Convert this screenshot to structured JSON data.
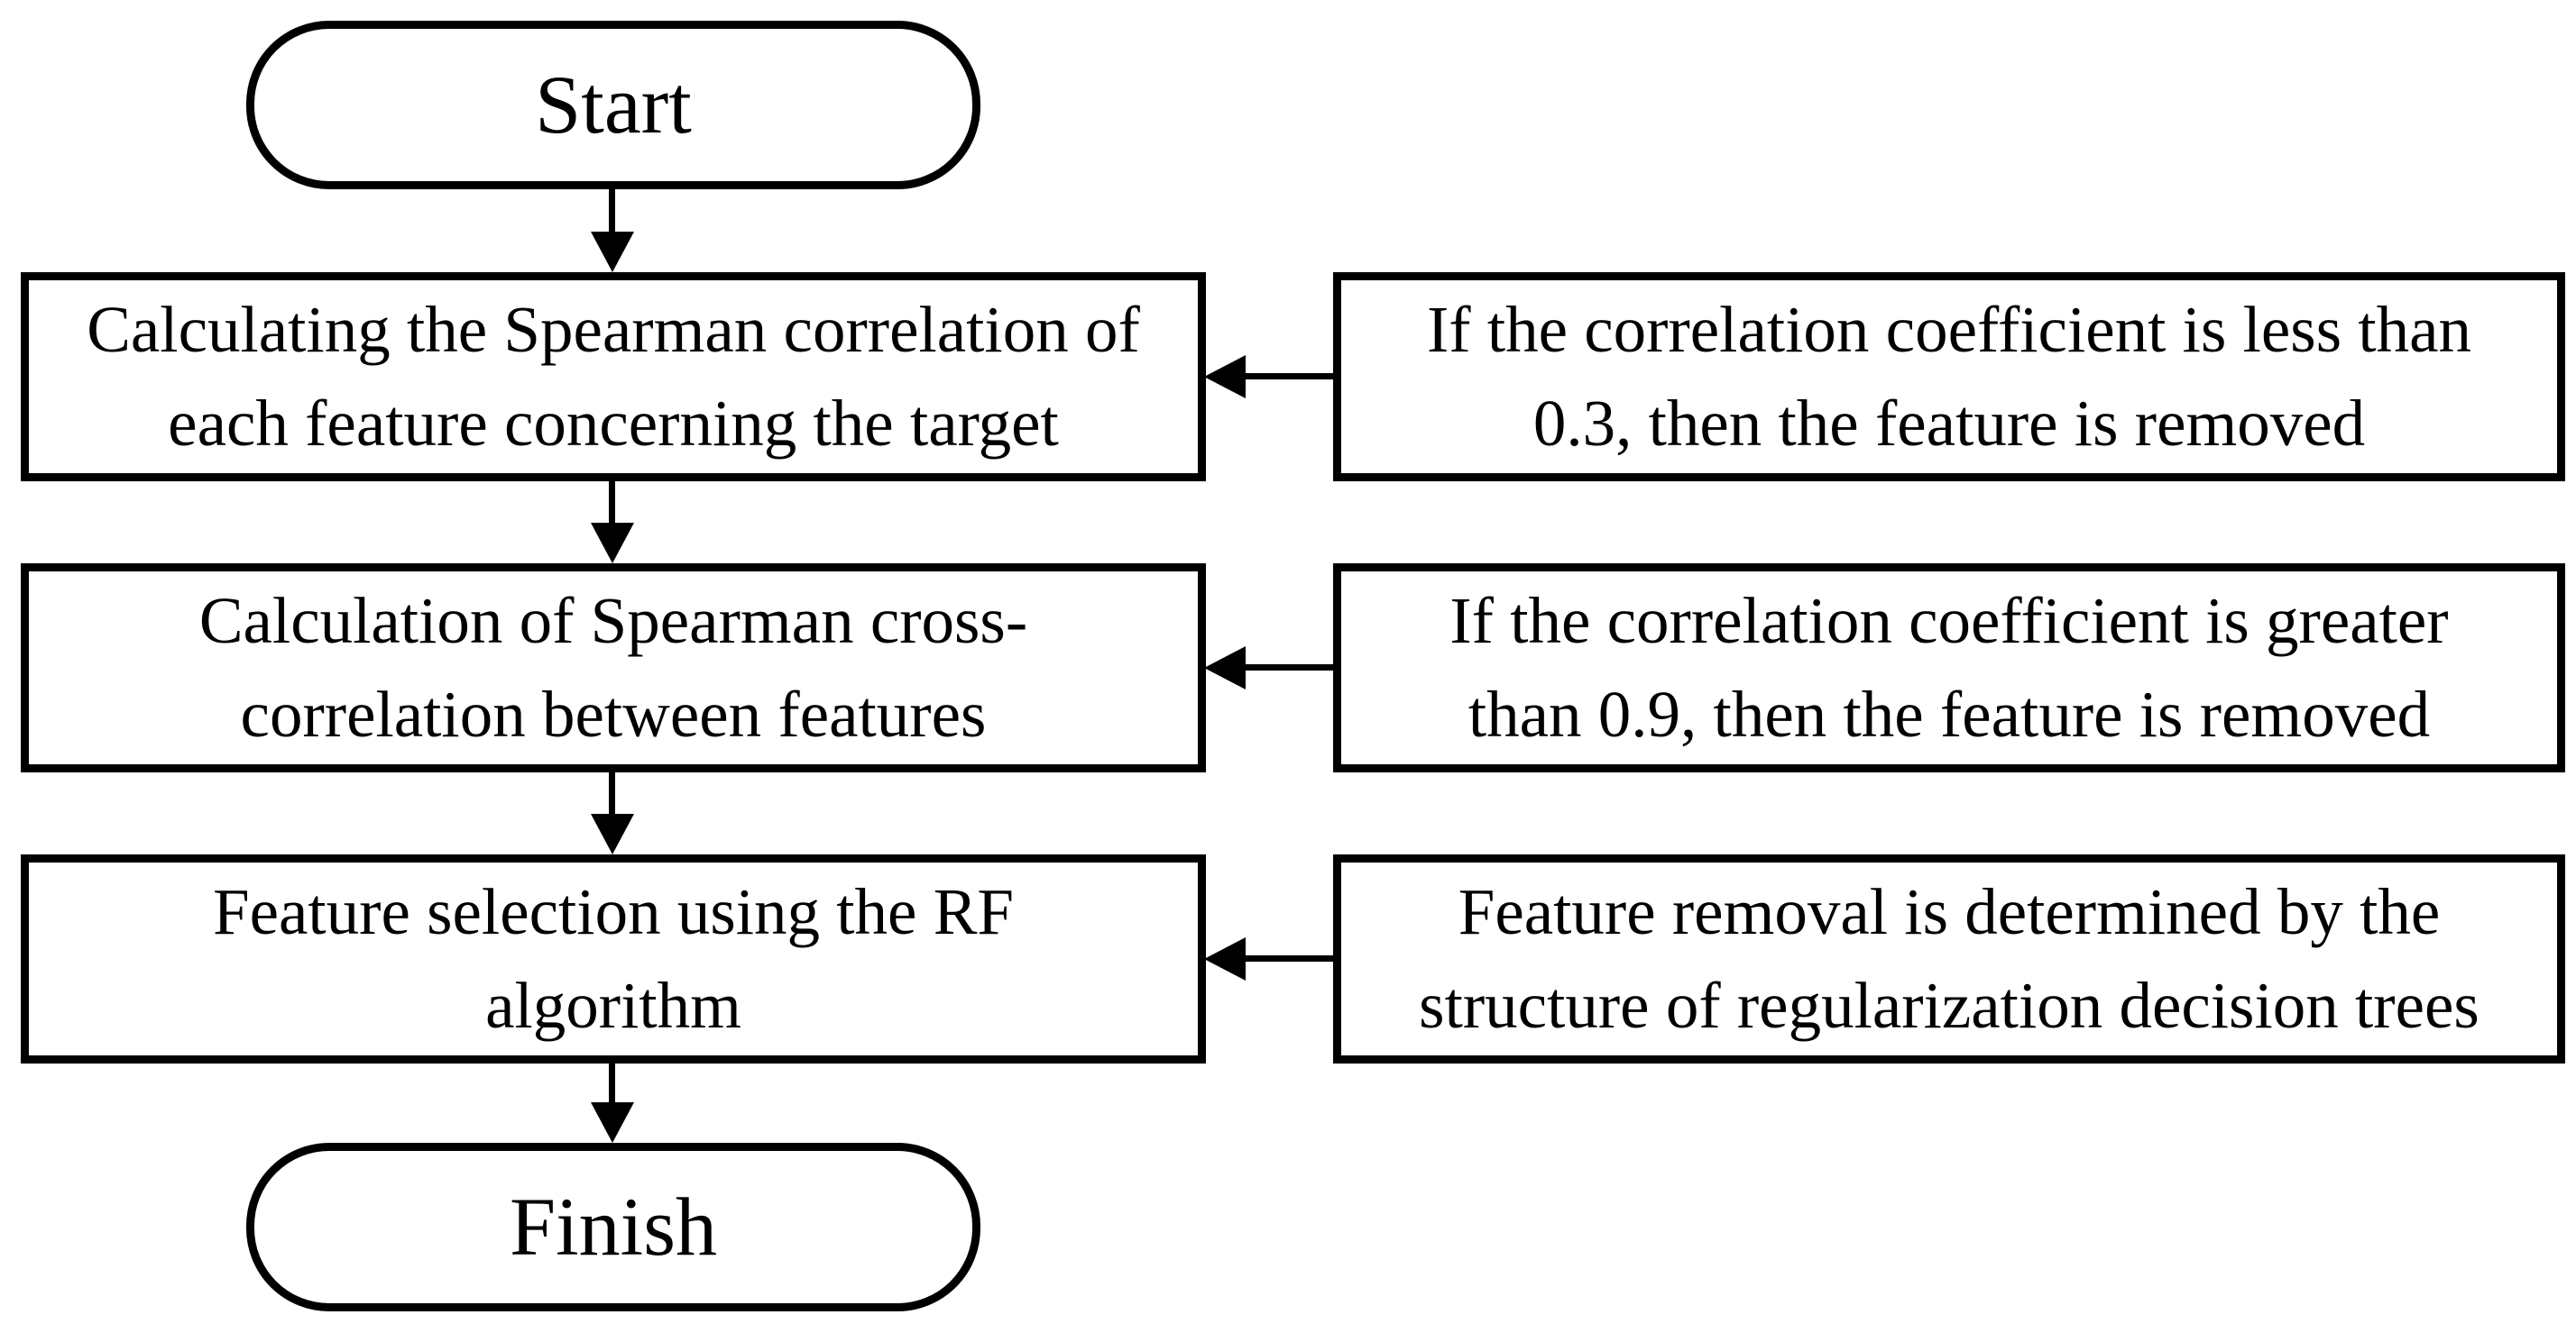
{
  "flowchart": {
    "start_label": "Start",
    "finish_label": "Finish",
    "steps": [
      {
        "line1": "Calculating the Spearman correlation of",
        "line2": "each feature concerning the target"
      },
      {
        "line1": "Calculation of Spearman cross-",
        "line2": "correlation between features"
      },
      {
        "line1": "Feature selection using the RF",
        "line2": "algorithm"
      }
    ],
    "annotations": [
      {
        "line1": "If the correlation coefficient is less than",
        "line2": "0.3, then the feature is removed"
      },
      {
        "line1": "If the correlation coefficient is greater",
        "line2": "than 0.9, then the feature is removed"
      },
      {
        "line1": "Feature removal is determined by the",
        "line2": "structure of regularization decision trees"
      }
    ],
    "colors": {
      "stroke": "#000000",
      "text": "#000000",
      "background": "#ffffff"
    }
  }
}
